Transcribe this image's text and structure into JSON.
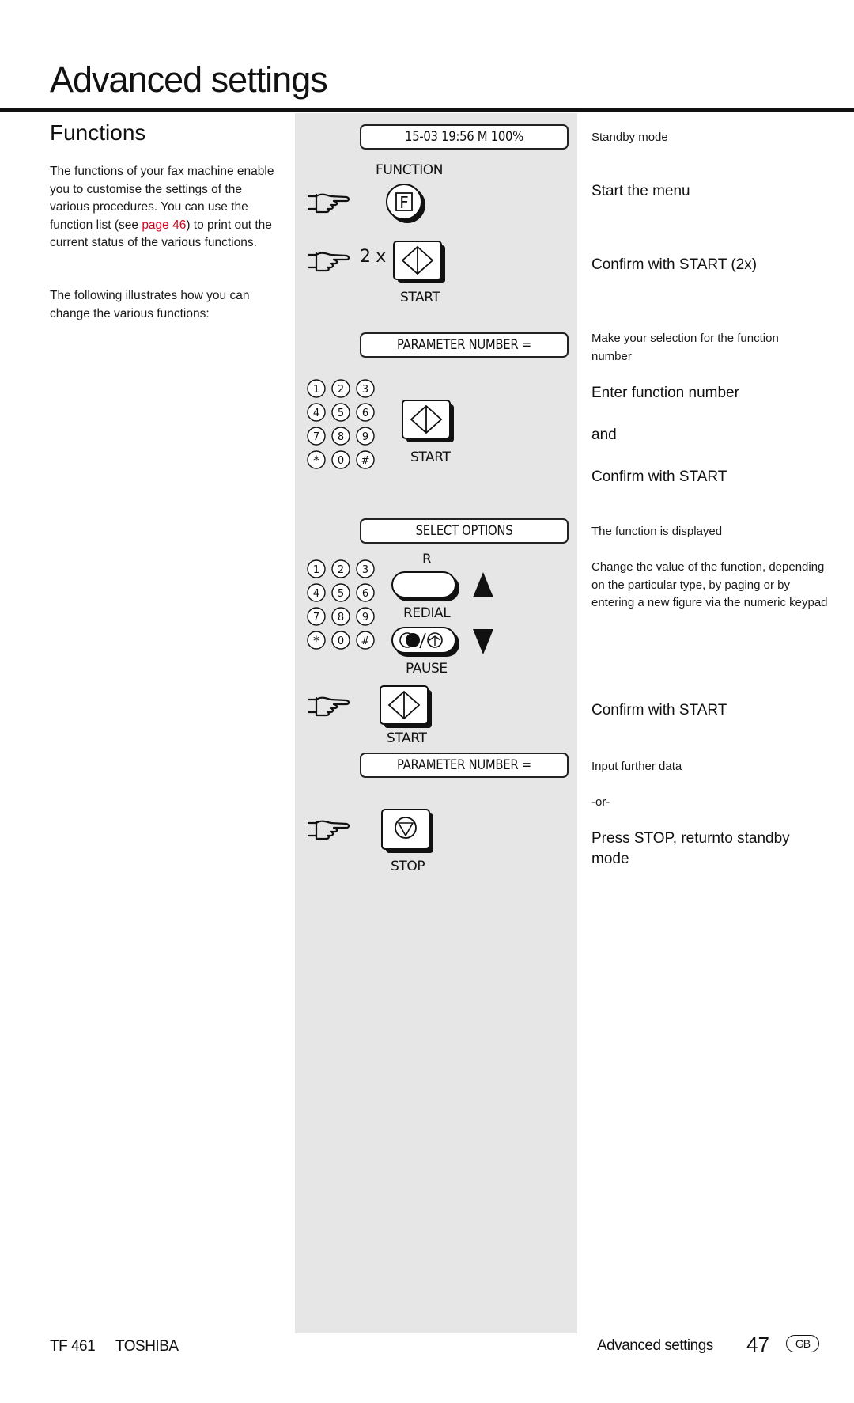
{
  "header": {
    "title": "Advanced settings"
  },
  "section": {
    "heading": "Functions"
  },
  "intro": {
    "p1_before": "The functions of your fax machine enable you to customise the settings of the various procedures. You can use the function list (see ",
    "p1_link": "page 46",
    "p1_after": ") to print out the current status of the various functions.",
    "p2": "The following illustrates how you can change the various functions:"
  },
  "steps": {
    "display_standby": "15-03 19:56  M 100%",
    "function_label": "FUNCTION",
    "function_key": "F",
    "times_label": "2 x",
    "start_label": "START",
    "display_parameter": "PARAMETER NUMBER =",
    "display_select": "SELECT OPTIONS",
    "r_label": "R",
    "redial_label": "REDIAL",
    "pause_label": "PAUSE",
    "stop_label": "STOP"
  },
  "keypad": [
    "1",
    "2",
    "3",
    "4",
    "5",
    "6",
    "7",
    "8",
    "9",
    "*",
    "0",
    "#"
  ],
  "instructions": {
    "standby_mode": "Standby mode",
    "start_menu": "Start the menu",
    "confirm_start_2x": "Confirm with START (2x)",
    "make_selection": "Make your selection for the function number",
    "enter_function": "Enter function number",
    "and": "and",
    "confirm_start": "Confirm with START",
    "function_displayed": "The function is displayed",
    "change_value": "Change the value of the function, depending on the particular type, by paging or by entering a new figure via the numeric keypad",
    "confirm_start_2": "Confirm with START",
    "input_further": "Input further data",
    "or": "-or-",
    "press_stop": "Press STOP, returnto standby mode"
  },
  "footer": {
    "model": "TF 461",
    "brand": "TOSHIBA",
    "section": "Advanced settings",
    "page": "47",
    "country": "GB"
  },
  "icons": [
    "hand-pointer-icon",
    "function-key-icon",
    "start-key-icon",
    "keypad-icon",
    "redial-key-icon",
    "pause-key-icon",
    "arrow-up-icon",
    "arrow-down-icon",
    "stop-key-icon"
  ]
}
